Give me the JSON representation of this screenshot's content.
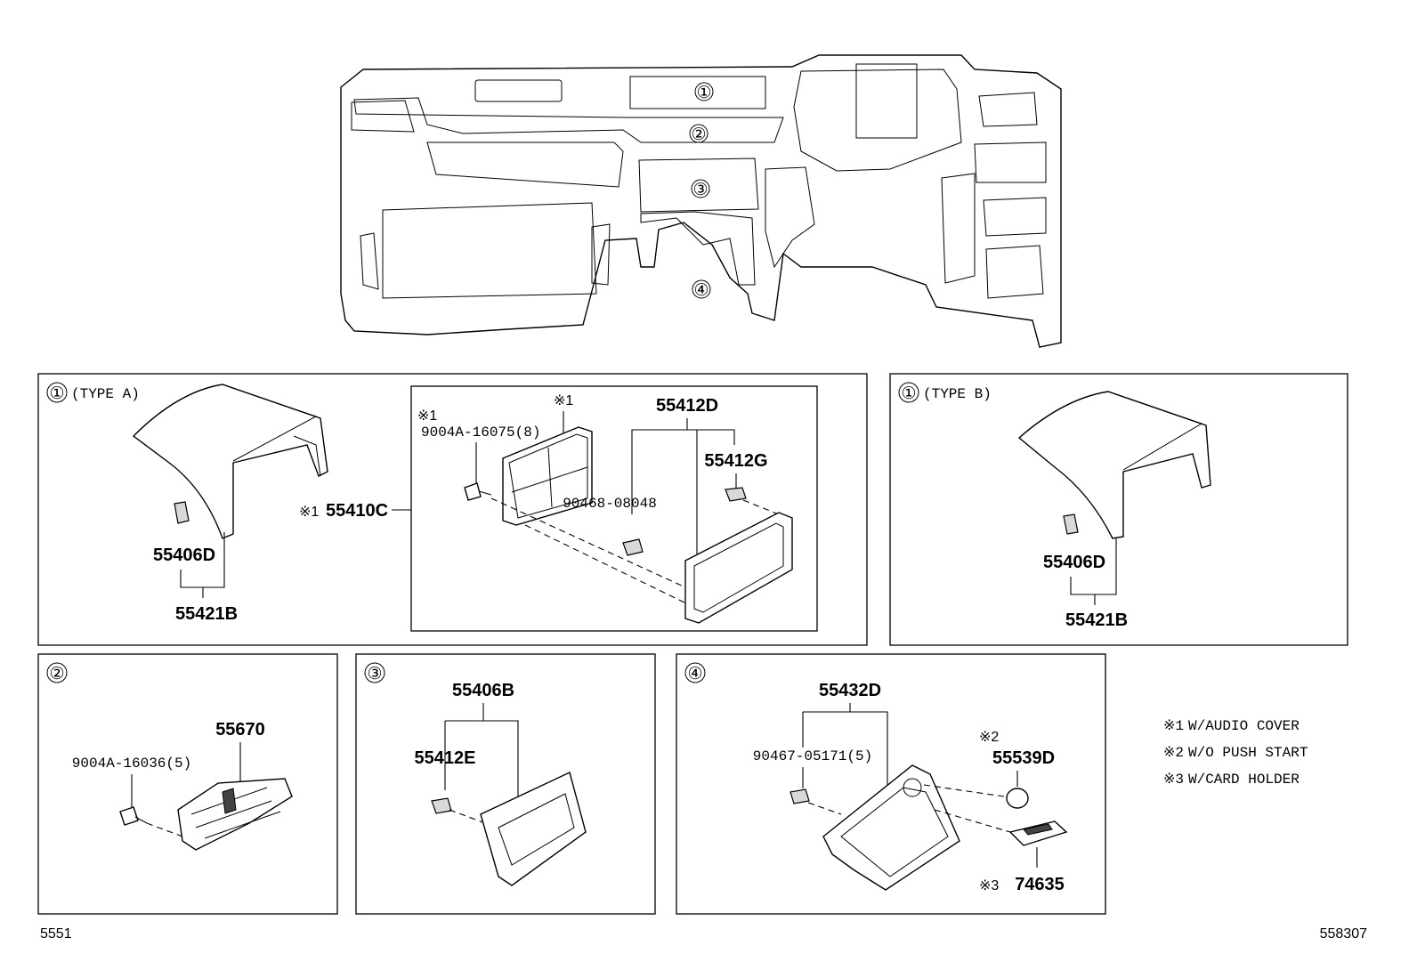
{
  "main": {
    "callouts": [
      "①",
      "②",
      "③",
      "④"
    ]
  },
  "panel_1a": {
    "marker": "①",
    "title": "(TYPE A)",
    "parts": {
      "clip": "55406D",
      "assembly": "55421B"
    },
    "assy_note_mark": "※1",
    "assy_part": "55410C",
    "sub": {
      "screw_note_mark": "※1",
      "screw": "9004A-16075(8)",
      "cover_note_mark": "※1",
      "frame": "55412D",
      "clip": "55412G",
      "retainer": "90468-08048"
    }
  },
  "panel_1b": {
    "marker": "①",
    "title": "(TYPE B)",
    "parts": {
      "clip": "55406D",
      "assembly": "55421B"
    }
  },
  "panel_2": {
    "marker": "②",
    "parts": {
      "screw": "9004A-16036(5)",
      "switch": "55670"
    }
  },
  "panel_3": {
    "marker": "③",
    "parts": {
      "panel": "55406B",
      "clip": "55412E"
    }
  },
  "panel_4": {
    "marker": "④",
    "parts": {
      "panel": "55432D",
      "clip": "90467-05171(5)",
      "plug_note_mark": "※2",
      "plug": "55539D",
      "holder_note_mark": "※3",
      "holder": "74635"
    }
  },
  "legend": [
    {
      "mark": "※1",
      "text": "W/AUDIO COVER"
    },
    {
      "mark": "※2",
      "text": "W/O PUSH START"
    },
    {
      "mark": "※3",
      "text": "W/CARD HOLDER"
    }
  ],
  "footer": {
    "left_code": "5551",
    "right_code": "558307"
  }
}
